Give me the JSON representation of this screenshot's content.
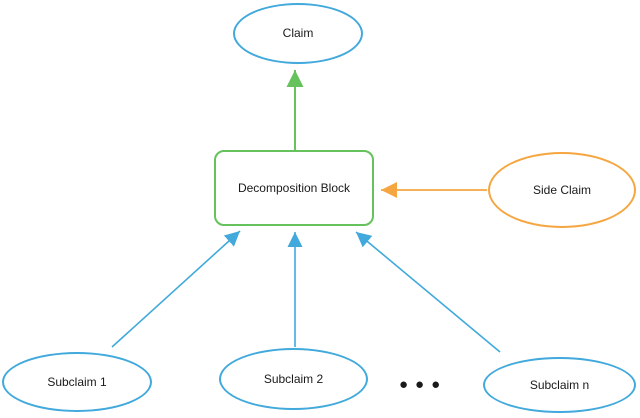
{
  "diagram": {
    "nodes": {
      "claim": {
        "label": "Claim",
        "shape": "ellipse",
        "stroke": "blue"
      },
      "decomposition_block": {
        "label": "Decomposition Block",
        "shape": "rounded-rect",
        "stroke": "green"
      },
      "side_claim": {
        "label": "Side Claim",
        "shape": "ellipse",
        "stroke": "orange"
      },
      "subclaim_1": {
        "label": "Subclaim 1",
        "shape": "ellipse",
        "stroke": "blue"
      },
      "subclaim_2": {
        "label": "Subclaim 2",
        "shape": "ellipse",
        "stroke": "blue"
      },
      "subclaim_n": {
        "label": "Subclaim n",
        "shape": "ellipse",
        "stroke": "blue"
      }
    },
    "ellipsis": "●●●",
    "edges": [
      {
        "from": "decomposition_block",
        "to": "claim",
        "color": "green"
      },
      {
        "from": "side_claim",
        "to": "decomposition_block",
        "color": "orange"
      },
      {
        "from": "subclaim_1",
        "to": "decomposition_block",
        "color": "blue"
      },
      {
        "from": "subclaim_2",
        "to": "decomposition_block",
        "color": "blue"
      },
      {
        "from": "subclaim_n",
        "to": "decomposition_block",
        "color": "blue"
      }
    ],
    "colors": {
      "blue": "#41A9DC",
      "green": "#66C25C",
      "orange": "#F5A640",
      "text": "#1A1A1A",
      "background": "#FFFFFF"
    }
  }
}
